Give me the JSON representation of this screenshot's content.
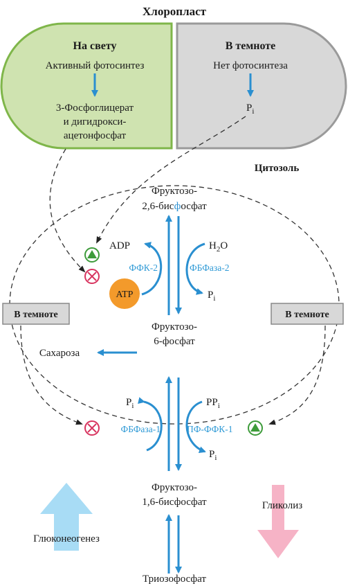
{
  "title": "Хлоропласт",
  "chloroplast": {
    "light": {
      "header": "На свету",
      "top": "Активный фотосинтез",
      "product_line1": "3-Фосфоглицерат",
      "product_line2": "и дигидрокси-",
      "product_line3": "ацетонфосфат"
    },
    "dark": {
      "header": "В темноте",
      "top": "Нет фотосинтеза",
      "pi": "P",
      "pi_sub": "i"
    }
  },
  "cytosol_label": "Цитозоль",
  "regulator": {
    "line1": "Фруктозо-",
    "line2a": "2,6-бис",
    "line2b": "ф",
    "line2c": "осфат"
  },
  "upper_reaction": {
    "adp": "ADP",
    "h2o_a": "H",
    "h2o_sub": "2",
    "h2o_b": "O",
    "enzyme_left": "ФФК-2",
    "enzyme_right": "ФБФаза-2",
    "atp": "ATP",
    "pi": "P",
    "pi_sub": "i"
  },
  "dark_left": "В темноте",
  "dark_right": "В темноте",
  "f6p": {
    "line1": "Фруктозо-",
    "line2": "6-фосфат"
  },
  "sucrose": "Сахароза",
  "lower_reaction": {
    "pi_left": "P",
    "pi_left_sub": "i",
    "ppi": "PP",
    "ppi_sub": "i",
    "enzyme_left": "ФБФаза-1",
    "enzyme_right": "ПФ-ФФК-1",
    "pi_out": "P",
    "pi_out_sub": "i"
  },
  "f16bp": {
    "line1": "Фруктозо-",
    "line2": "1,6-бисфосфат"
  },
  "gluconeogenesis": "Глюконеогенез",
  "glycolysis": "Гликолиз",
  "triose": "Триозофосфат",
  "colors": {
    "light_fill": "#cfe3b0",
    "light_stroke": "#7fb64a",
    "dark_fill": "#d8d8d8",
    "dark_stroke": "#9a9a9a",
    "arrow_blue": "#2a8fd0",
    "enzyme_blue": "#2f9ad6",
    "atp_orange": "#f39a2b",
    "activator_green": "#3d9b3a",
    "inhibitor_red": "#d8345f",
    "gluconeo_arrow": "#a8dcf5",
    "glycolysis_arrow": "#f6b3c6"
  }
}
